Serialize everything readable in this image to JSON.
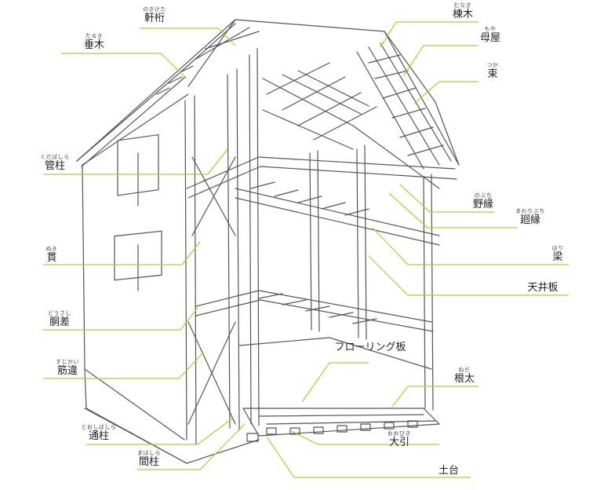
{
  "colors": {
    "leader": "#b3cc33",
    "sketch": "#555555",
    "text": "#222222"
  },
  "labels": [
    {
      "id": "nokigeta",
      "ruby": "のきけた",
      "text": "軒桁"
    },
    {
      "id": "taruki",
      "ruby": "たるき",
      "text": "垂木"
    },
    {
      "id": "kudabashira",
      "ruby": "くだばしら",
      "text": "管柱"
    },
    {
      "id": "nuki",
      "ruby": "ぬき",
      "text": "貫"
    },
    {
      "id": "dousashi",
      "ruby": "どうさし",
      "text": "胴差"
    },
    {
      "id": "sujikai",
      "ruby": "すじかい",
      "text": "筋違"
    },
    {
      "id": "toushibashira",
      "ruby": "とおしばしら",
      "text": "通柱"
    },
    {
      "id": "mabashira",
      "ruby": "まばしら",
      "text": "間柱"
    },
    {
      "id": "munagi",
      "ruby": "むなぎ",
      "text": "棟木"
    },
    {
      "id": "moya",
      "ruby": "もや",
      "text": "母屋"
    },
    {
      "id": "tsuka",
      "ruby": "つか",
      "text": "束"
    },
    {
      "id": "nobuchi",
      "ruby": "のぶち",
      "text": "野縁"
    },
    {
      "id": "mawaribuchi",
      "ruby": "まわりぶち",
      "text": "廻縁"
    },
    {
      "id": "hari",
      "ruby": "はり",
      "text": "梁"
    },
    {
      "id": "tenjouita",
      "ruby": "",
      "text": "天井板"
    },
    {
      "id": "flooring",
      "ruby": "",
      "text": "フローリング板"
    },
    {
      "id": "neda",
      "ruby": "ねだ",
      "text": "根太"
    },
    {
      "id": "oobiki",
      "ruby": "おおびき",
      "text": "大引"
    },
    {
      "id": "dodai",
      "ruby": "",
      "text": "土台"
    }
  ]
}
